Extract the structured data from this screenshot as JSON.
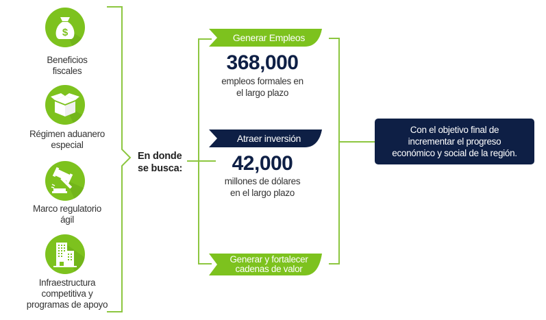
{
  "colors": {
    "green": "#7dc21e",
    "line_green": "#8cc63f",
    "navy": "#0e1f45",
    "text": "#333333"
  },
  "benefits": [
    {
      "icon": "money-bag-icon",
      "label_lines": [
        "Beneficios",
        "fiscales"
      ]
    },
    {
      "icon": "open-box-icon",
      "label_lines": [
        "Régimen aduanero",
        "especial"
      ]
    },
    {
      "icon": "gavel-icon",
      "label_lines": [
        "Marco regulatorio",
        "ágil"
      ]
    },
    {
      "icon": "buildings-icon",
      "label_lines": [
        "Infraestructura",
        "competitiva y",
        "programas de apoyo"
      ]
    }
  ],
  "search": {
    "label_lines": [
      "En donde",
      "se busca:"
    ]
  },
  "goals": [
    {
      "ribbon": "Generar Empleos",
      "ribbon_color": "#7dc21e",
      "value": "368,000",
      "desc_lines": [
        "empleos formales en",
        "el largo plazo"
      ]
    },
    {
      "ribbon": "Atraer inversión",
      "ribbon_color": "#0e1f45",
      "value": "42,000",
      "desc_lines": [
        "millones de dólares",
        "en el largo plazo"
      ]
    },
    {
      "ribbon_lines": [
        "Generar y fortalecer",
        "cadenas de valor"
      ],
      "ribbon_color": "#7dc21e"
    }
  ],
  "objective": {
    "lines": [
      "Con el objetivo final de",
      "incrementar el progreso",
      "económico y social de la región."
    ]
  }
}
